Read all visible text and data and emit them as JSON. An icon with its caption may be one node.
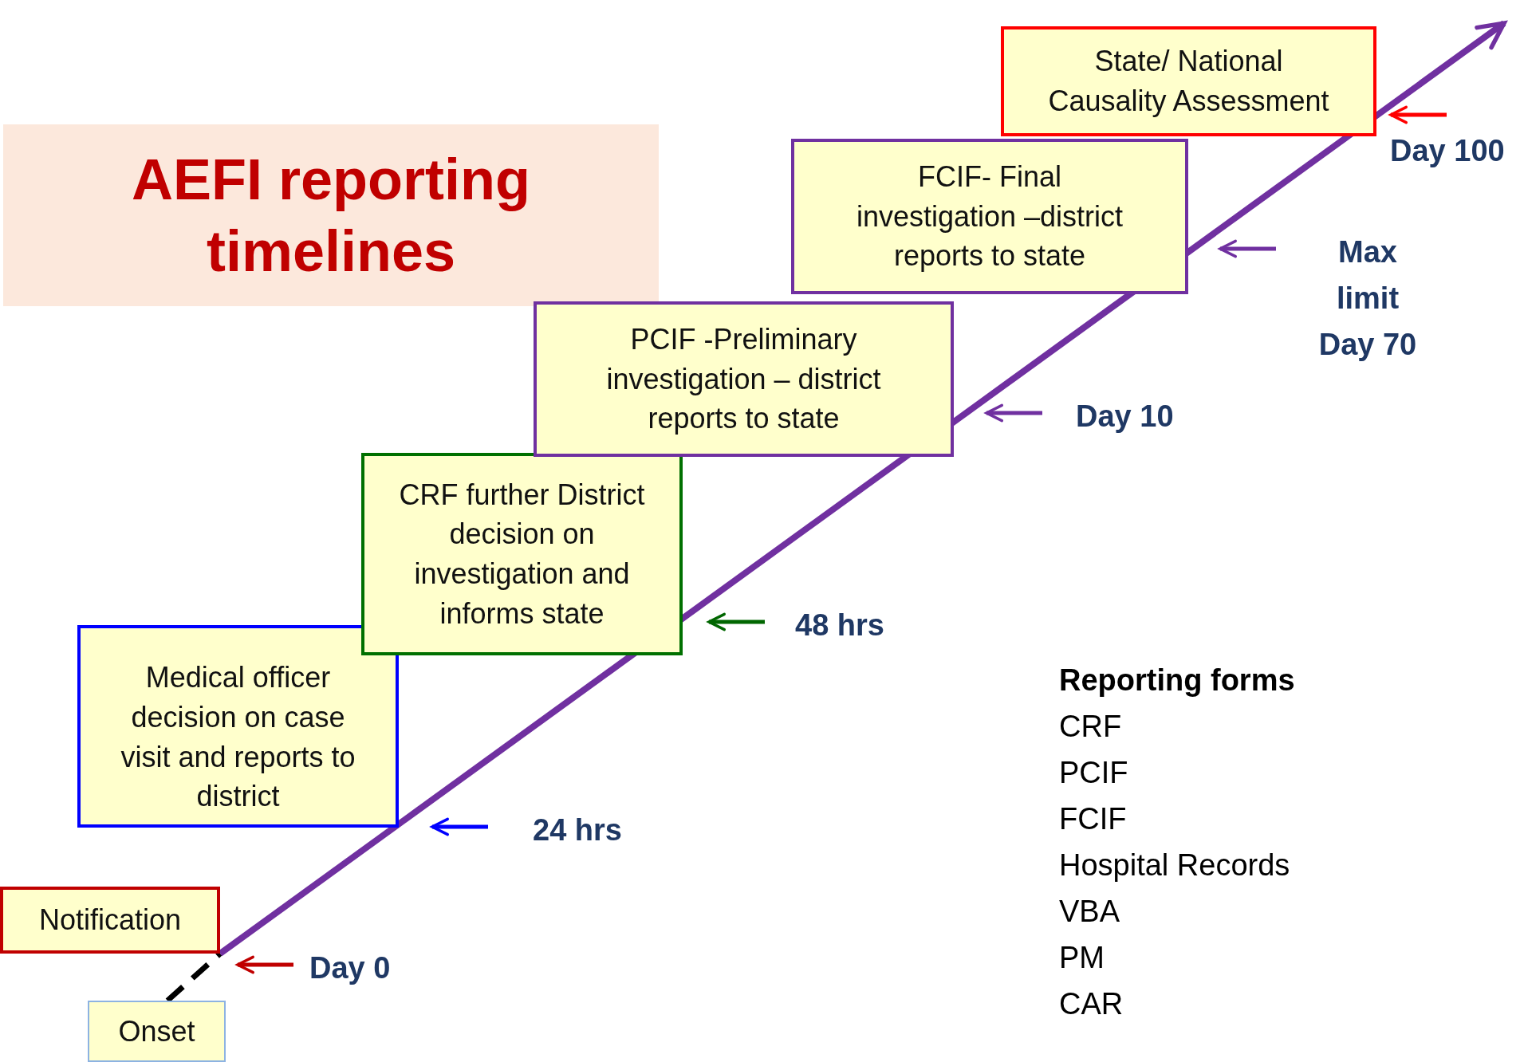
{
  "diagram": {
    "title": "AEFI reporting timelines",
    "nodes": [
      {
        "text": [
          "Notification"
        ]
      },
      {
        "text": [
          "Onset"
        ]
      },
      {
        "text": [
          "Medical officer decision on case visit and reports to district"
        ]
      },
      {
        "text": [
          "CRF further District decision on investigation and informs state"
        ]
      },
      {
        "text": [
          "PCIF -Preliminary investigation – district reports to state"
        ]
      },
      {
        "text": [
          "FCIF- Final investigation –district reports to state"
        ]
      },
      {
        "text": [
          "State/ National Causality Assessment"
        ]
      }
    ],
    "edges": [
      {
        "from": 1,
        "to": 0,
        "arrow": "none",
        "style": "dashed",
        "color": "#000000"
      },
      {
        "from": 0,
        "to": null,
        "arrow": "to",
        "color": "#7030a0"
      }
    ],
    "labels": [
      "Day 0",
      "24 hrs",
      "48 hrs",
      "Day 10",
      "Max limit Day 70",
      "Day 100",
      "Reporting forms",
      "CRF",
      "PCIF",
      "FCIF",
      "Hospital Records",
      "VBA",
      "PM",
      "CAR"
    ]
  }
}
